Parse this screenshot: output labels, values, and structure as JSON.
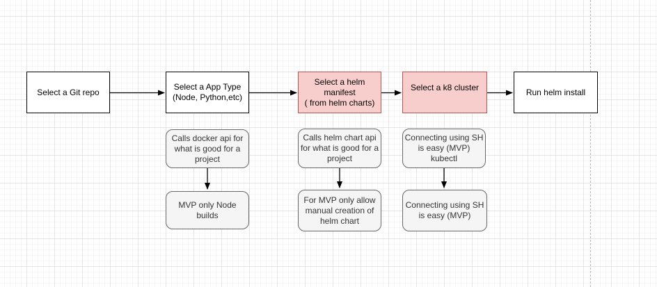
{
  "diagram": {
    "nodes": [
      {
        "id": "select-git-repo",
        "label": "Select a Git repo",
        "fill": "#ffffff",
        "stroke": "#000000"
      },
      {
        "id": "select-app-type",
        "label": "Select a App Type\n(Node, Python,etc)",
        "fill": "#ffffff",
        "stroke": "#000000"
      },
      {
        "id": "select-helm-manifest",
        "label": "Select a helm\nmanifest\n( from helm charts)",
        "fill": "#f8cecc",
        "stroke": "#b85450"
      },
      {
        "id": "select-k8-cluster",
        "label": "Select a k8 cluster",
        "fill": "#f8cecc",
        "stroke": "#b85450"
      },
      {
        "id": "run-helm-install",
        "label": "Run helm install",
        "fill": "#ffffff",
        "stroke": "#000000"
      }
    ],
    "notes": [
      {
        "id": "docker-api-note",
        "label": "Calls docker api for\nwhat is good for a\nproject"
      },
      {
        "id": "mvp-node-note",
        "label": "MVP only Node\nbuilds"
      },
      {
        "id": "helm-api-note",
        "label": "Calls helm chart api\nfor what is good for a\nproject"
      },
      {
        "id": "mvp-manual-note",
        "label": "For MVP only allow\nmanual creation of\nhelm chart"
      },
      {
        "id": "connect-ssh-note",
        "label": "Connecting using SH\nis easy (MVP)\nkubectl"
      },
      {
        "id": "connect-ssh-note2",
        "label": "Connecting using SH\nis easy (MVP)"
      }
    ],
    "note_style": {
      "fill": "#f5f5f5",
      "stroke": "#666666",
      "text_color": "#333333"
    },
    "edges": [
      {
        "from": "select-git-repo",
        "to": "select-app-type"
      },
      {
        "from": "select-app-type",
        "to": "select-helm-manifest"
      },
      {
        "from": "select-helm-manifest",
        "to": "select-k8-cluster"
      },
      {
        "from": "select-k8-cluster",
        "to": "run-helm-install"
      },
      {
        "from": "docker-api-note",
        "to": "mvp-node-note"
      },
      {
        "from": "helm-api-note",
        "to": "mvp-manual-note"
      },
      {
        "from": "connect-ssh-note",
        "to": "connect-ssh-note2"
      }
    ],
    "arrow_color": "#000000",
    "canvas": {
      "background": "#ffffff",
      "grid_major_color": "#e4e4e4",
      "grid_minor_color": "#f6f6f6",
      "page_break_color": "#b9b9b9"
    }
  }
}
